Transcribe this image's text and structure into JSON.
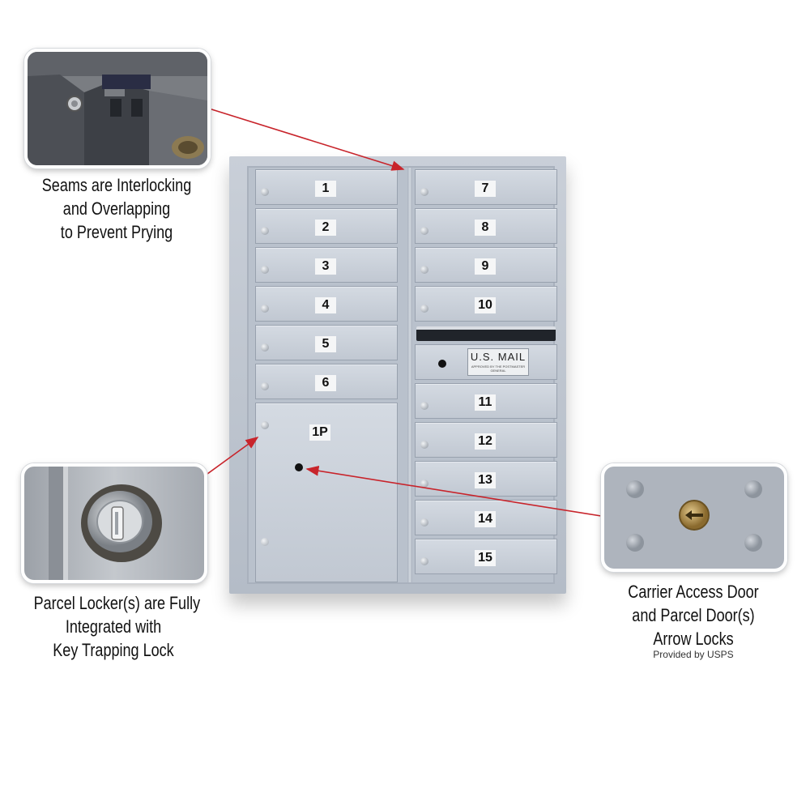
{
  "callouts": {
    "seams": {
      "lines": [
        "Seams are Interlocking",
        "and Overlapping",
        "to Prevent Prying"
      ],
      "icon": "seam-closeup"
    },
    "parcel_lock": {
      "lines": [
        "Parcel Locker(s) are Fully",
        "Integrated with",
        "Key Trapping Lock"
      ],
      "icon": "lock-closeup"
    },
    "arrow_lock": {
      "lines": [
        "Carrier Access Door",
        "and Parcel Door(s)",
        "Arrow Locks"
      ],
      "note": "Provided by USPS",
      "icon": "arrow-lock-closeup"
    }
  },
  "mailbox": {
    "left_doors": [
      "1",
      "2",
      "3",
      "4",
      "5",
      "6"
    ],
    "parcel_label": "1P",
    "right_doors_top": [
      "7",
      "8",
      "9",
      "10"
    ],
    "carrier_plate": {
      "title": "U.S. MAIL",
      "approval": "APPROVED BY THE POSTMASTER GENERAL"
    },
    "right_doors_bottom": [
      "11",
      "12",
      "13",
      "14",
      "15"
    ]
  },
  "colors": {
    "arrow": "#c8242b",
    "unit": "#bfc6d0",
    "label_bg": "#f5f6f7"
  }
}
